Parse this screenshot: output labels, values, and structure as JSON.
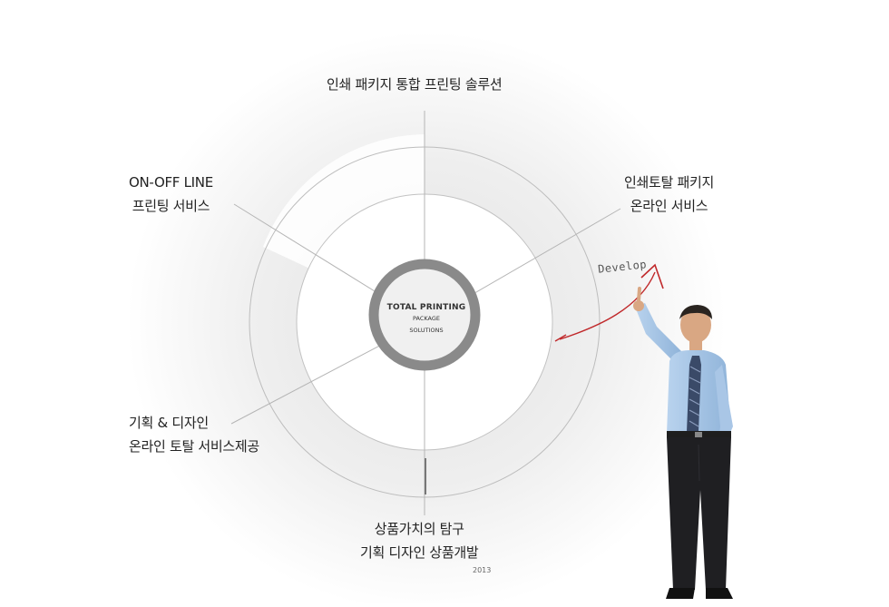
{
  "diagram": {
    "center": {
      "line1": "TOTAL PRINTING",
      "line2": "PACKAGE",
      "line3": "SOLUTIONS"
    },
    "labels": {
      "top": {
        "line1": "인쇄 패키지 통합 프린팅 솔루션"
      },
      "right": {
        "line1": "인쇄토탈 패키지",
        "line2": "온라인 서비스"
      },
      "left": {
        "line1": "ON-OFF LINE",
        "line2": "프린팅 서비스"
      },
      "bottom_left": {
        "line1": "기획 & 디자인",
        "line2": "온라인  토탈 서비스제공"
      },
      "bottom": {
        "line1": "상품가치의 탐구",
        "line2": "기획 디자인 상품개발"
      }
    },
    "year": "2013",
    "arrow_label": "Develop",
    "colors": {
      "ring_lines": "#bdbdbd",
      "center_ring": "#8a8a8a",
      "arrow": "#c0282a"
    }
  }
}
